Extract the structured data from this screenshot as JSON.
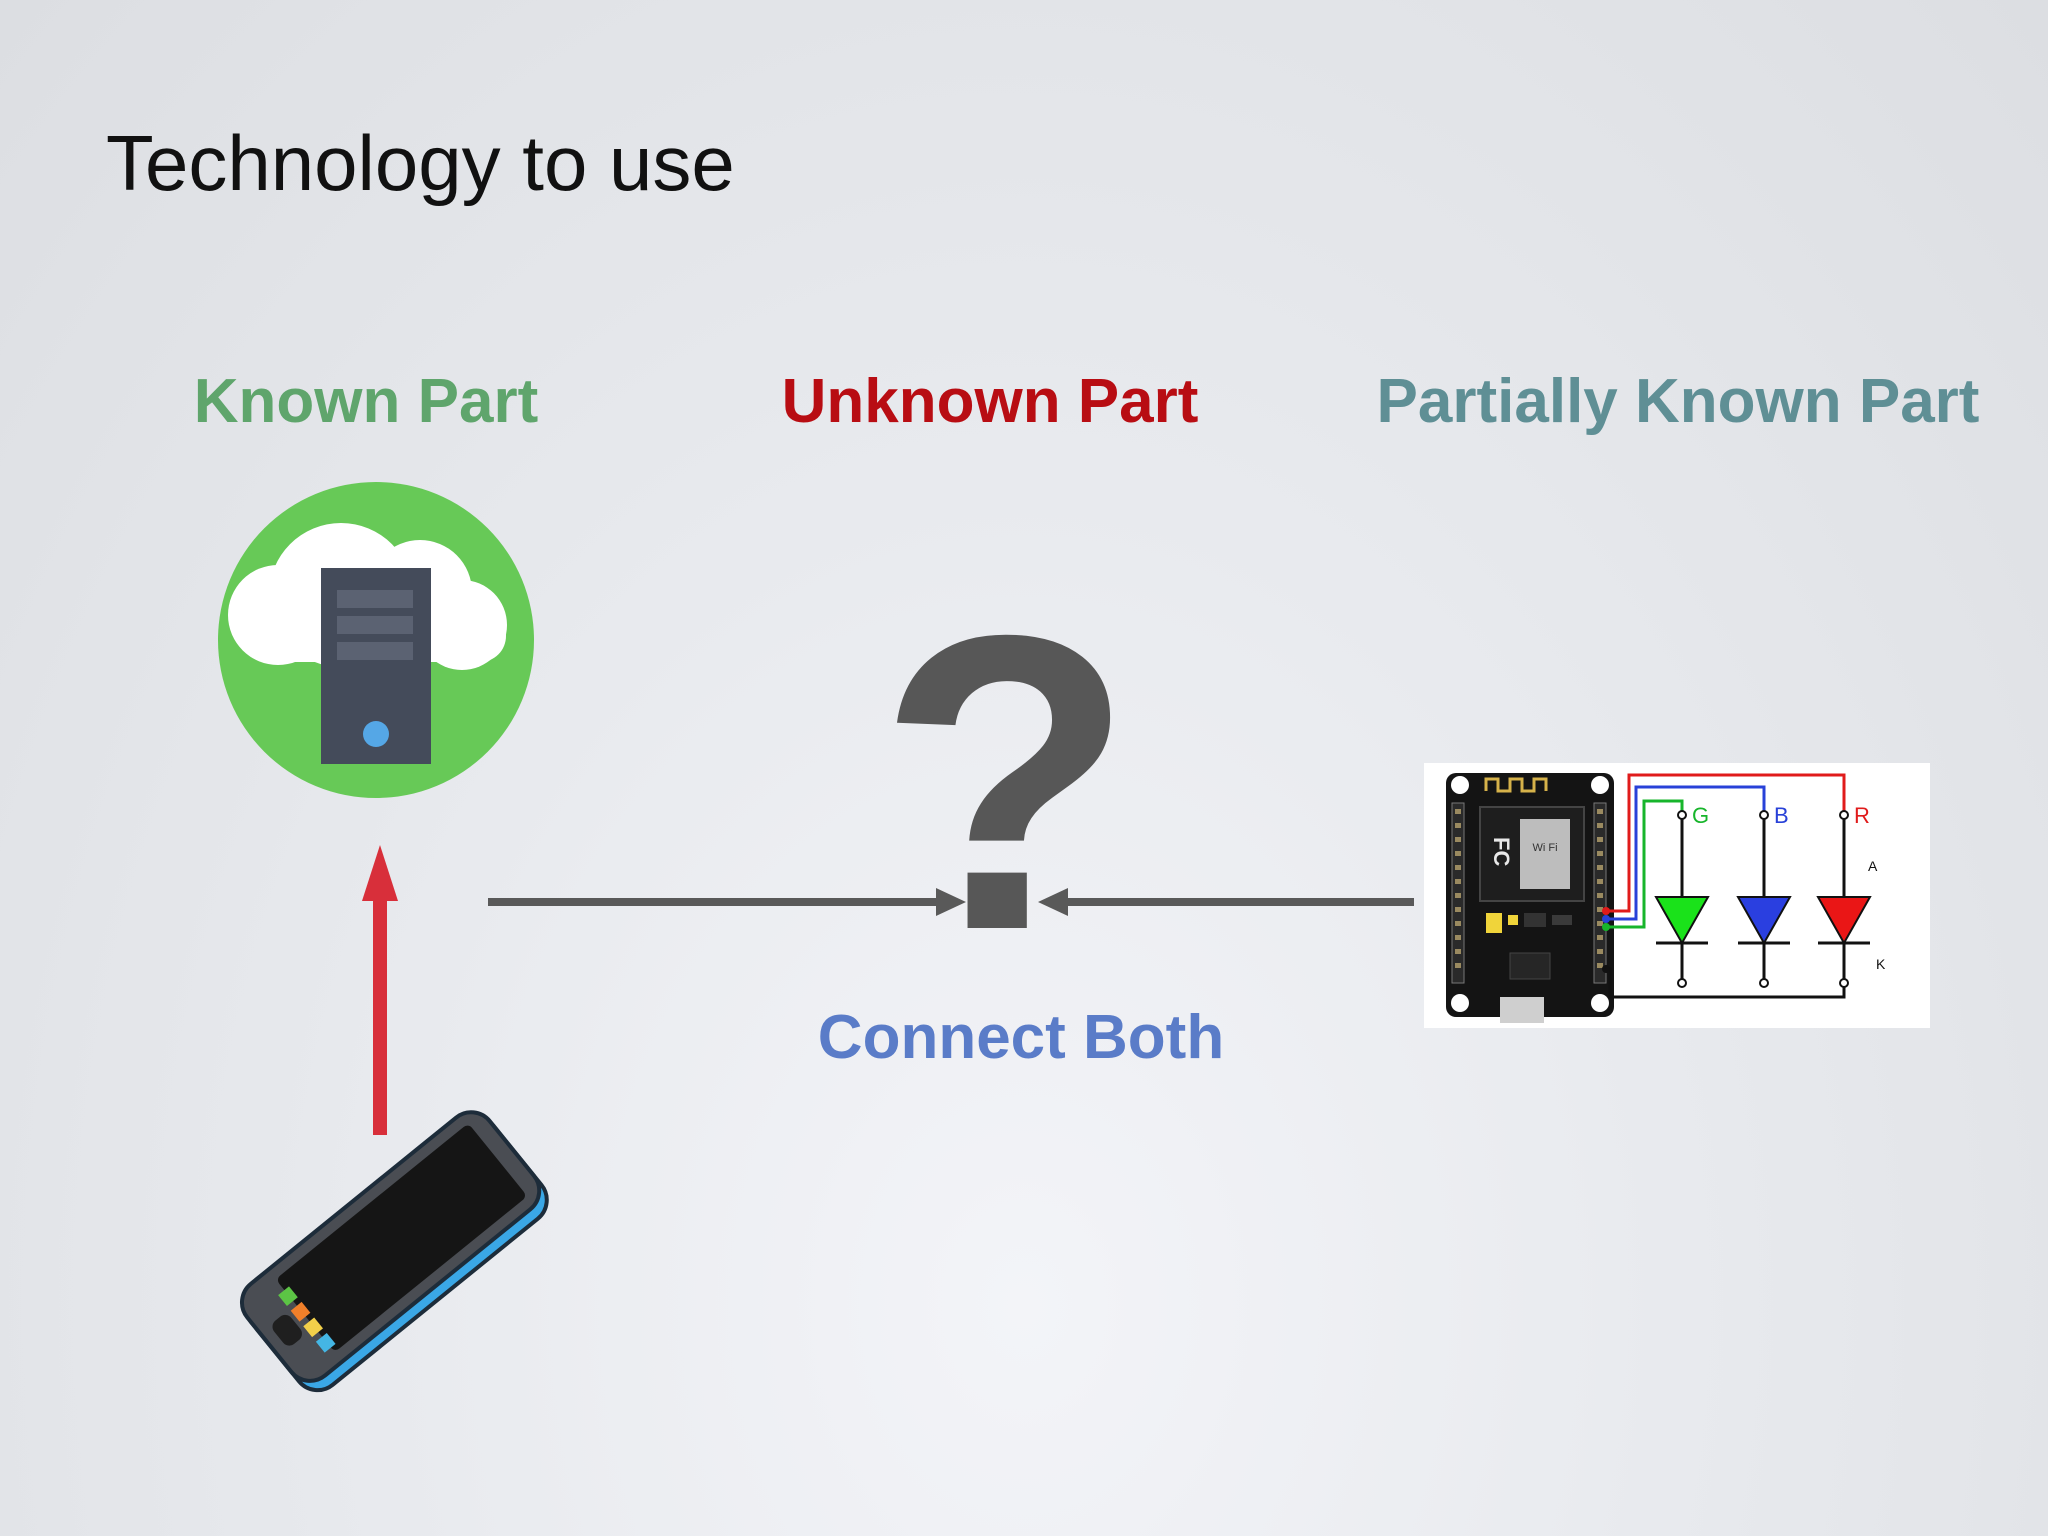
{
  "slide": {
    "title": "Technology to use"
  },
  "headings": {
    "known": "Known Part",
    "unknown": "Unknown Part",
    "partial": "Partially Known Part"
  },
  "center": {
    "question_mark": "?",
    "connect_label": "Connect Both"
  },
  "circuit": {
    "board_marking": "FC",
    "chip_marking": "Wi Fi",
    "led_labels": [
      "G",
      "B",
      "R"
    ],
    "anode_label": "A",
    "cathode_label": "K"
  },
  "colors": {
    "known": "#5fa56c",
    "unknown": "#b80d13",
    "partial": "#5f8f95",
    "connect": "#5a7cc8",
    "question": "#575757",
    "arrow": "#595959",
    "up_arrow": "#d82f3a",
    "cloud_circle": "#67c957",
    "server": "#444b5a",
    "led_green": "#1ae21a",
    "led_blue": "#2a3fe0",
    "led_red": "#ea1616"
  },
  "icons": {
    "cloud_server": "cloud-server-icon",
    "smartphone": "smartphone-icon",
    "circuit": "nodemcu-rgb-led-circuit-icon"
  }
}
